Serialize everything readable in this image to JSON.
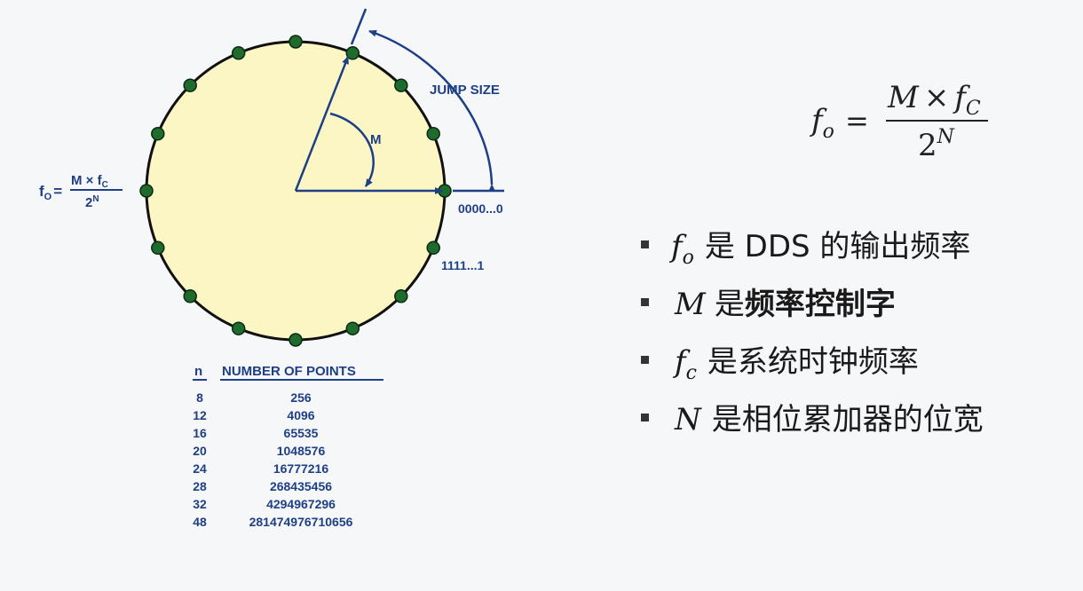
{
  "diagram": {
    "jump_label": "JUMP SIZE",
    "m_label": "M",
    "zero_label": "0000...0",
    "ones_label": "1111...1",
    "side_formula": {
      "lhs": "f",
      "lhs_sub": "O",
      "eq": "=",
      "num": "M × f",
      "num_sub": "C",
      "den": "2",
      "den_sup": "N"
    },
    "dot_count": 16,
    "colors": {
      "fill": "#fbf6c4",
      "outline": "#111111",
      "dot": "#1f6b2e",
      "arrow": "#1e3f86"
    }
  },
  "table": {
    "header_n": "n",
    "header_points": "NUMBER OF POINTS",
    "rows": [
      {
        "n": "8",
        "points": "256"
      },
      {
        "n": "12",
        "points": "4096"
      },
      {
        "n": "16",
        "points": "65535"
      },
      {
        "n": "20",
        "points": "1048576"
      },
      {
        "n": "24",
        "points": "16777216"
      },
      {
        "n": "28",
        "points": "268435456"
      },
      {
        "n": "32",
        "points": "4294967296"
      },
      {
        "n": "48",
        "points": "281474976710656"
      }
    ]
  },
  "formula": {
    "lhs": "f",
    "lhs_sub": "o",
    "eq": "=",
    "num": "M",
    "times": "×",
    "num_f": "f",
    "num_sub": "C",
    "den": "2",
    "den_sup": "N"
  },
  "bullets": [
    {
      "sym": "f",
      "sub": "o",
      "text": "是 DDS 的输出频率",
      "bold": false
    },
    {
      "sym": "M",
      "sub": "",
      "text": "是",
      "bold_text": "频率控制字",
      "bold": true
    },
    {
      "sym": "f",
      "sub": "c",
      "text": "是系统时钟频率",
      "bold": false
    },
    {
      "sym": "N",
      "sub": "",
      "text": "是相位累加器的位宽",
      "bold": false
    }
  ]
}
